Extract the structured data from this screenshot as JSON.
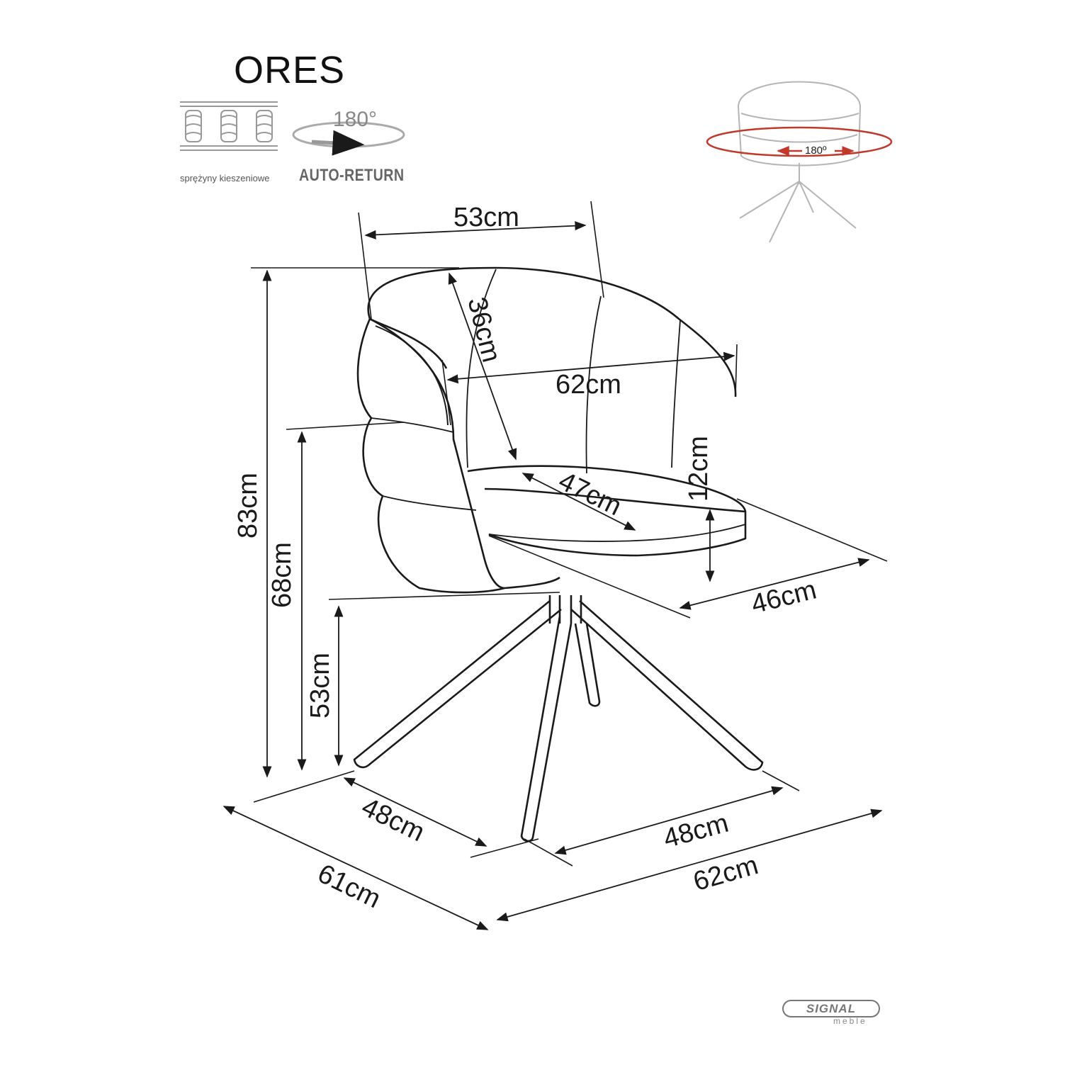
{
  "product": {
    "name": "ORES"
  },
  "features": {
    "springs_caption": "sprężyny kieszeniowe",
    "rotation_degrees": "180°",
    "auto_return_caption": "AUTO-RETURN",
    "thumbnail_rotation_label": "180º"
  },
  "dimensions": {
    "backrest_top_width": "53cm",
    "backrest_depth": "36cm",
    "armrest_width": "62cm",
    "seat_depth": "47cm",
    "seat_cushion_height": "12cm",
    "seat_width": "46cm",
    "total_height": "83cm",
    "armrest_height": "68cm",
    "seat_height": "53cm",
    "base_depth": "48cm",
    "base_width": "48cm",
    "total_depth": "61cm",
    "total_width": "62cm"
  },
  "brand": {
    "logo_text": "SIGNAL",
    "logo_subtext": "meble"
  },
  "colors": {
    "line": "#1a1a1a",
    "rotation_arrow": "#c0392b",
    "muted": "#9a9a9a"
  }
}
